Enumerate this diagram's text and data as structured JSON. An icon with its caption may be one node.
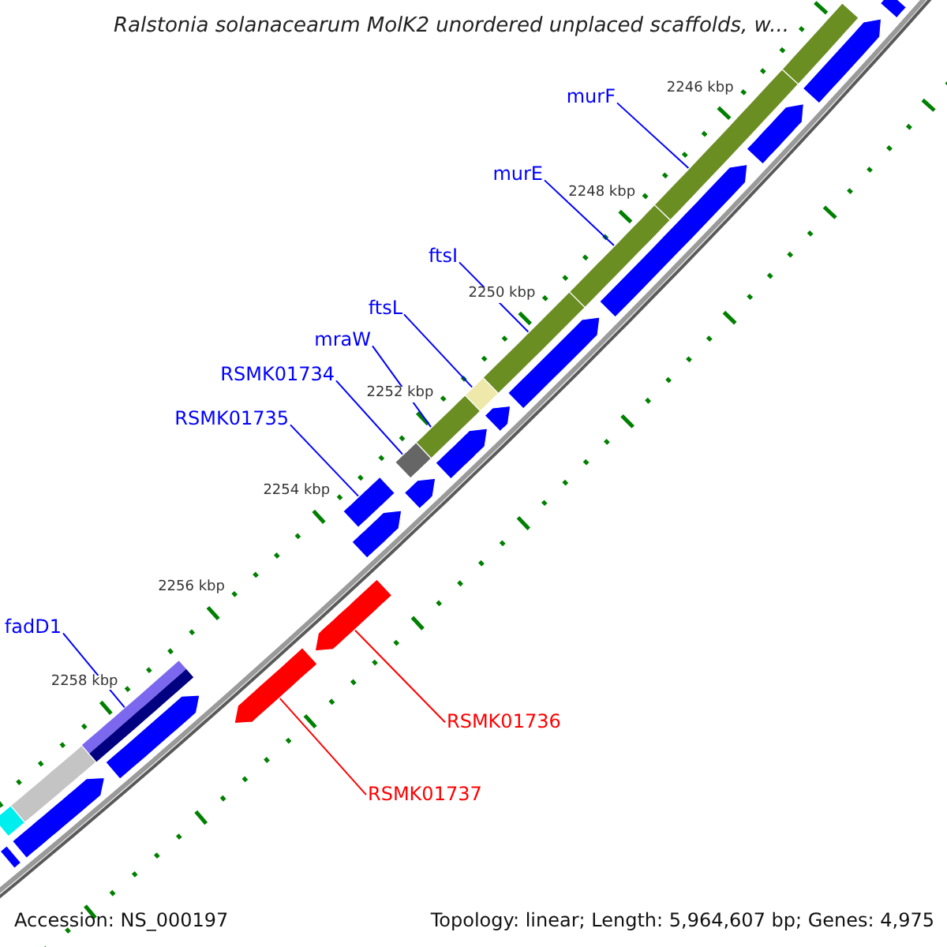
{
  "diagram": {
    "title": "Ralstonia solanacearum MolK2 unordered unplaced scaffolds, w...",
    "nodes": [
      {
        "text": [
          "murF"
        ]
      },
      {
        "text": [],
        "shape": "bar"
      },
      {
        "text": [
          "murE"
        ]
      },
      {
        "text": [],
        "shape": "bar"
      },
      {
        "text": [
          "ftsI"
        ]
      },
      {
        "text": [],
        "shape": "bar"
      },
      {
        "text": [
          "ftsL"
        ]
      },
      {
        "text": [],
        "shape": "bar"
      },
      {
        "text": [
          "mraW"
        ]
      },
      {
        "text": [],
        "shape": "bar"
      },
      {
        "text": [
          "RSMK01734"
        ]
      },
      {
        "text": [],
        "shape": "bar"
      },
      {
        "text": [
          "RSMK01735"
        ]
      },
      {
        "text": [],
        "shape": "bar"
      },
      {
        "text": [
          "fadD1"
        ]
      },
      {
        "text": [],
        "shape": "bar"
      },
      {
        "text": [
          "RSMK01736"
        ]
      },
      {
        "text": [],
        "shape": "bar"
      },
      {
        "text": [
          "RSMK01737"
        ]
      },
      {
        "text": [],
        "shape": "bar"
      },
      {
        "text": [],
        "shape": "bar"
      },
      {
        "text": [],
        "shape": "bar"
      },
      {
        "text": [],
        "shape": "bar"
      },
      {
        "text": [],
        "shape": "bar"
      },
      {
        "text": [],
        "shape": "bar"
      },
      {
        "text": [],
        "shape": "bar"
      },
      {
        "text": [],
        "shape": "bar"
      },
      {
        "text": [],
        "shape": "bar"
      },
      {
        "text": [],
        "shape": "bar"
      },
      {
        "text": [],
        "shape": "bar"
      },
      {
        "text": [],
        "shape": "bar"
      },
      {
        "text": [],
        "shape": "bar"
      },
      {
        "text": [],
        "shape": "bar"
      },
      {
        "text": [],
        "shape": "bar"
      },
      {
        "text": [],
        "shape": "bar"
      }
    ],
    "edges": [
      {
        "from": 0,
        "to": 1,
        "arrow": "none"
      },
      {
        "from": 2,
        "to": 3,
        "arrow": "none"
      },
      {
        "from": 4,
        "to": 5,
        "arrow": "none"
      },
      {
        "from": 6,
        "to": 7,
        "arrow": "none"
      },
      {
        "from": 8,
        "to": 9,
        "arrow": "none"
      },
      {
        "from": 10,
        "to": 11,
        "arrow": "none"
      },
      {
        "from": 12,
        "to": 13,
        "arrow": "none"
      },
      {
        "from": 14,
        "to": 15,
        "arrow": "none"
      },
      {
        "from": 16,
        "to": 17,
        "arrow": "none",
        "color": "#ff0000"
      },
      {
        "from": 18,
        "to": 19,
        "arrow": "none",
        "color": "#ff0000"
      }
    ],
    "labels": [
      "2246 kbp",
      "2248 kbp",
      "2250 kbp",
      "2252 kbp",
      "2254 kbp",
      "2256 kbp",
      "2258 kbp",
      "Accession: NS_000197",
      "Topology: linear; Length: 5,964,607 bp; Genes: 4,975"
    ]
  }
}
